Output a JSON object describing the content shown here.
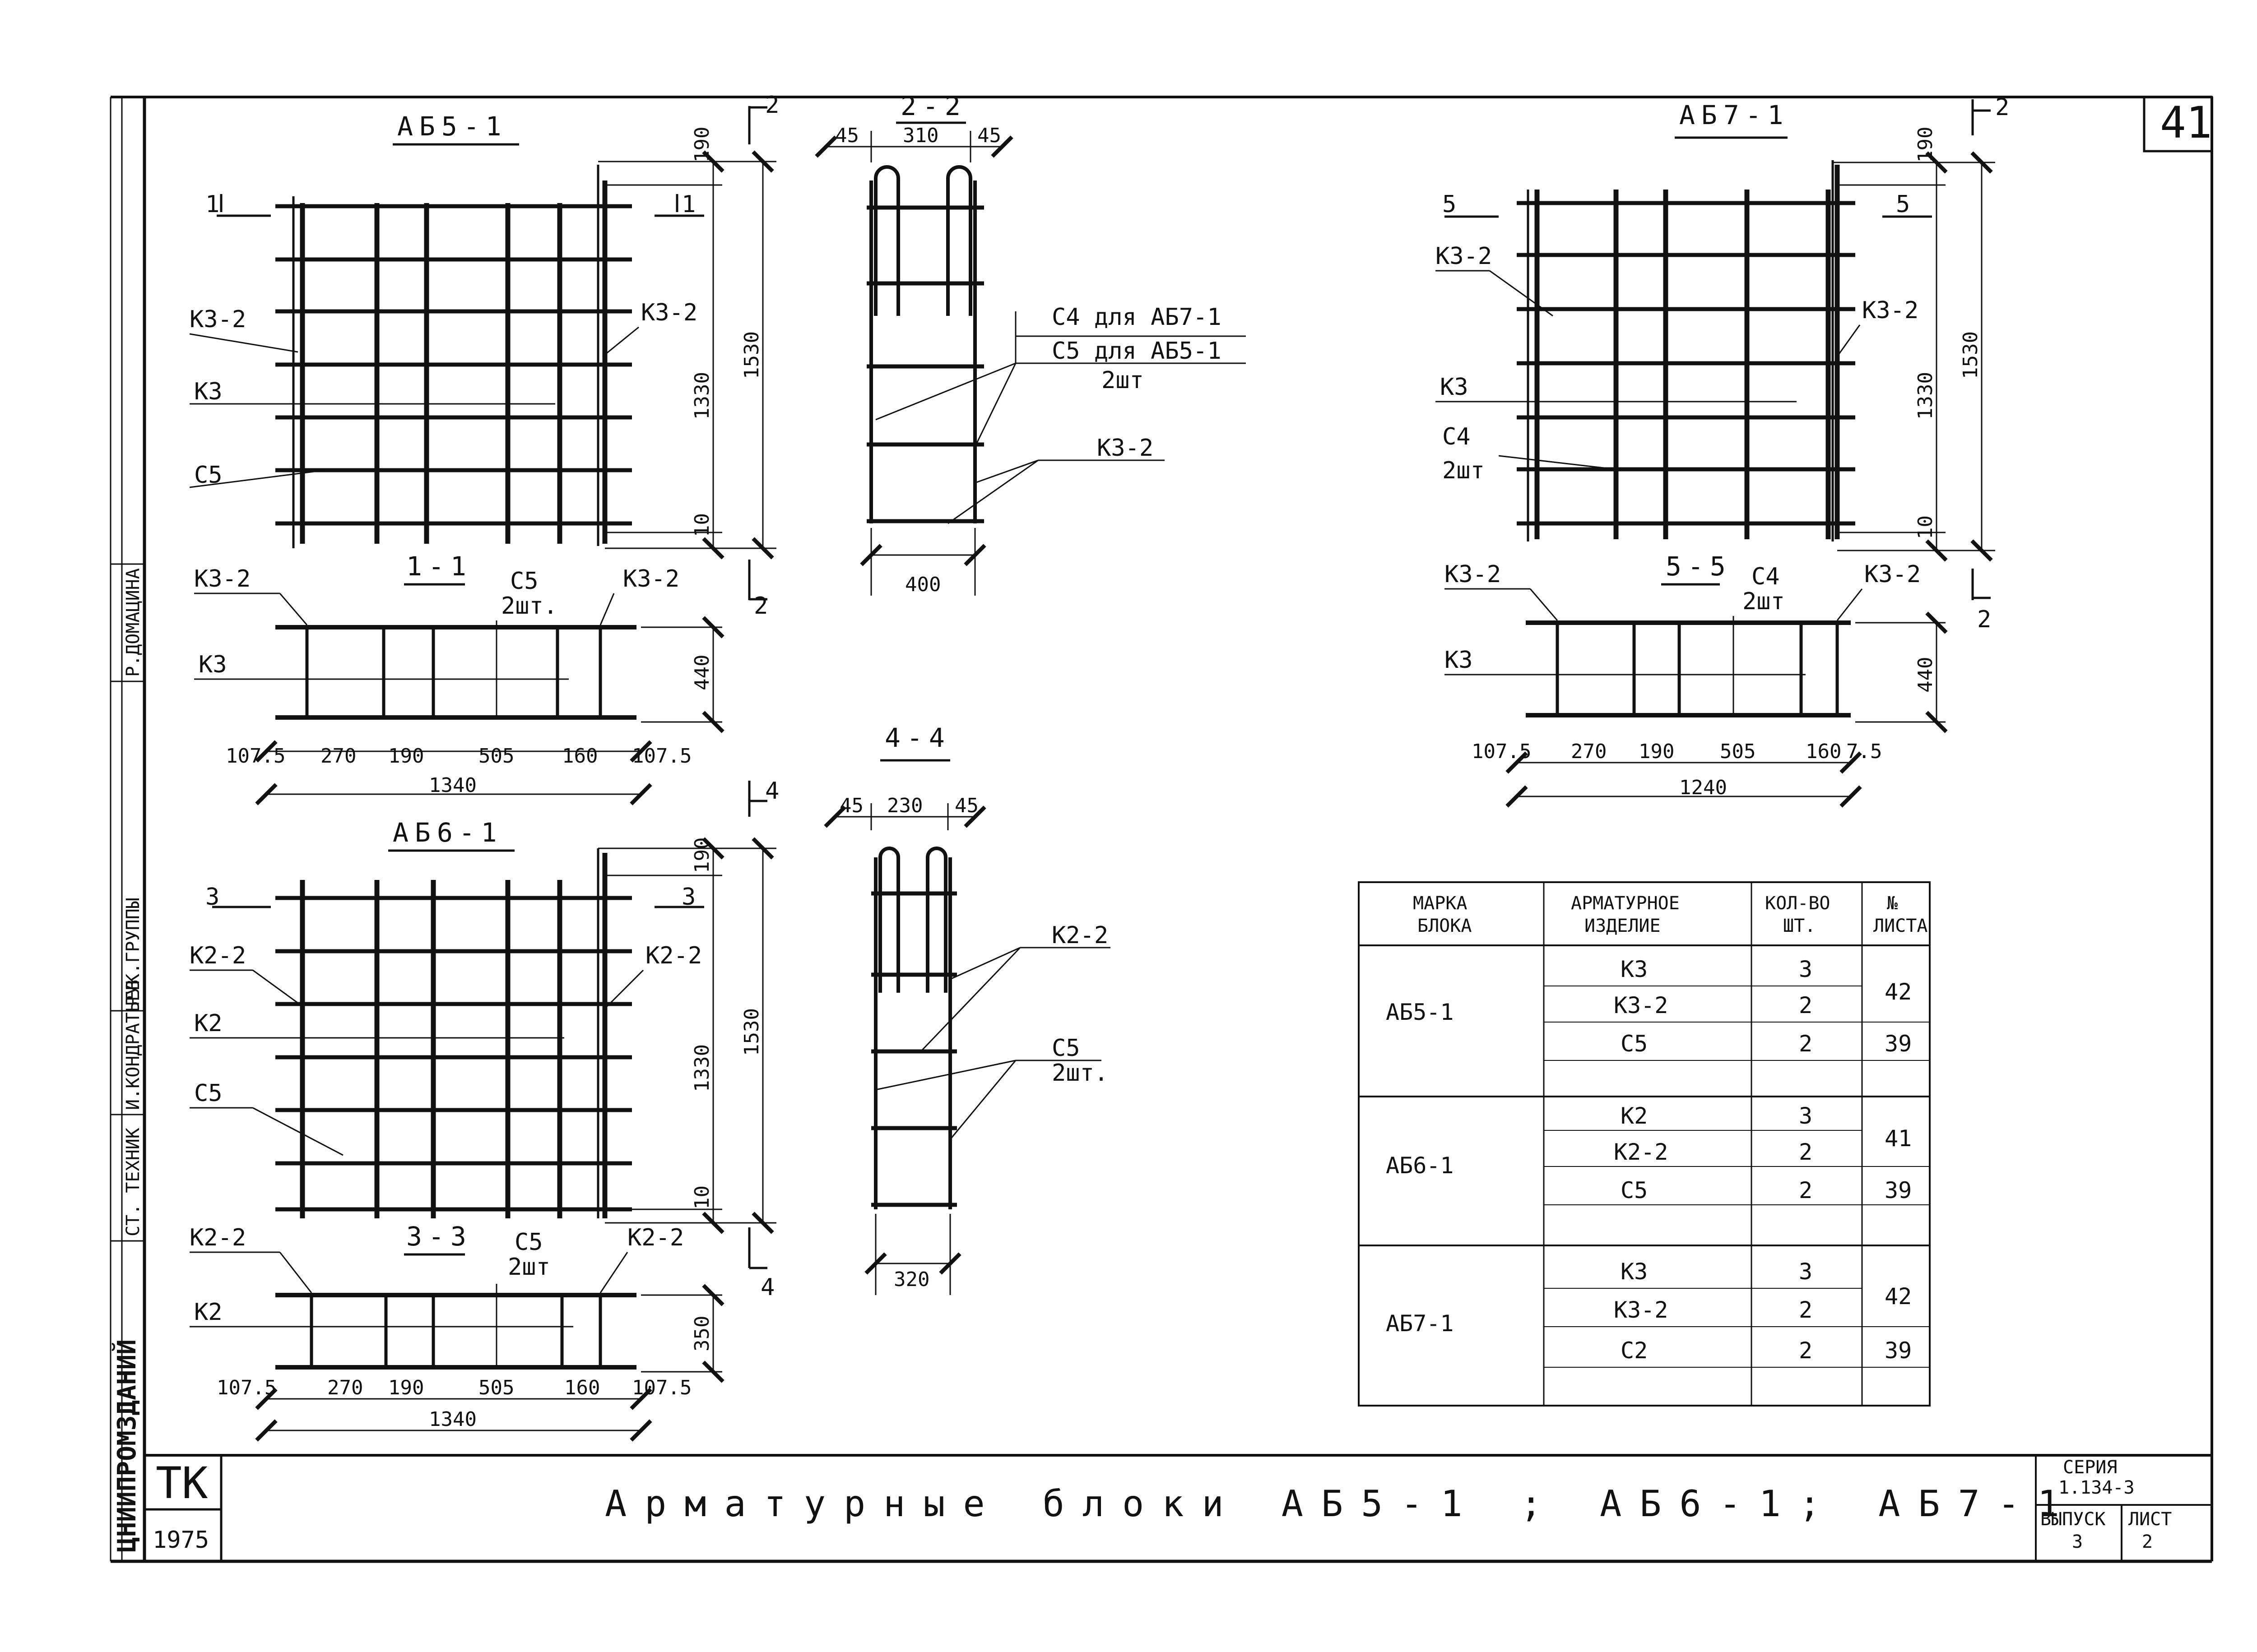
{
  "sheet": {
    "number": "41",
    "title": "Арматурные блоки АБ5-1 ; АБ6-1; АБ7-1",
    "stamp_top": "ТК",
    "stamp_bottom": "1975",
    "series_label": "СЕРИЯ",
    "series_value": "1.134-3",
    "issue_label": "ВЫПУСК",
    "issue_value": "3",
    "page_label": "ЛИСТ",
    "page_value": "2"
  },
  "side_stamp": {
    "role1": "СТ. ТЕХНИК",
    "name1": "Р.ДОМАЦИНА",
    "role2": "РУК.ГРУППЫ",
    "name2": "И.КОНДРАТЬЕВ",
    "org": "ЦНИИПРОМЗДАНИЙ"
  },
  "views": {
    "ab51": {
      "title": "АБ5-1",
      "dims": {
        "top": "190",
        "inner": "1330",
        "outer": "1530",
        "bottom": "10"
      },
      "labels": {
        "left_k32": "К3-2",
        "right_k32": "К3-2",
        "k3": "К3",
        "c5": "С5"
      },
      "cut": "1"
    },
    "sec11": {
      "title": "1-1",
      "labels": {
        "k32_left": "К3-2",
        "k32_right": "К3-2",
        "k3": "К3",
        "c5": "С5",
        "c5_qty": "2шт."
      },
      "height": "440",
      "spans": [
        "107.5",
        "270",
        "190",
        "505",
        "160",
        "107.5"
      ],
      "total": "1340"
    },
    "ab61": {
      "title": "АБ6-1",
      "dims": {
        "top": "190",
        "inner": "1330",
        "outer": "1530",
        "bottom": "10"
      },
      "labels": {
        "left_k22": "К2-2",
        "right_k22": "К2-2",
        "k2": "К2",
        "c5": "С5"
      },
      "cut": "3"
    },
    "sec33": {
      "title": "3-3",
      "labels": {
        "k22_left": "К2-2",
        "k22_right": "К2-2",
        "k2": "К2",
        "c5": "С5",
        "c5_qty": "2шт"
      },
      "height": "350",
      "spans": [
        "107.5",
        "270",
        "190",
        "505",
        "160",
        "107.5"
      ],
      "total": "1340"
    },
    "sec22": {
      "title": "2-2",
      "top_dims": [
        "45",
        "310",
        "45"
      ],
      "width": "400",
      "labels": {
        "c4": "С4 для АБ7-1",
        "c5": "С5 для АБ5-1",
        "qty": "2шт",
        "k32": "К3-2"
      },
      "cut": "2"
    },
    "sec44": {
      "title": "4-4",
      "top_dims": [
        "45",
        "230",
        "45"
      ],
      "width": "320",
      "labels": {
        "k22": "К2-2",
        "c5": "С5",
        "qty": "2шт."
      },
      "cut": "4"
    },
    "ab71": {
      "title": "АБ7-1",
      "dims": {
        "top": "190",
        "inner": "1330",
        "outer": "1530",
        "bottom": "10"
      },
      "labels": {
        "left_k32": "К3-2",
        "right_k32": "К3-2",
        "k3": "К3",
        "c4": "С4",
        "c4_qty": "2шт"
      },
      "cut": "5",
      "cut2": "2"
    },
    "sec55": {
      "title": "5-5",
      "labels": {
        "k32_left": "К3-2",
        "k32_right": "К3-2",
        "k3": "К3",
        "c4": "С4",
        "c4_qty": "2шт"
      },
      "height": "440",
      "spans": [
        "107.5",
        "270",
        "190",
        "505",
        "160",
        "7.5"
      ],
      "total": "1240"
    }
  },
  "table": {
    "headers": [
      [
        "МАРКА",
        "БЛОКА"
      ],
      [
        "АРМАТУРНОЕ",
        "ИЗДЕЛИЕ"
      ],
      [
        "КОЛ-ВО",
        "ШТ."
      ],
      [
        "№",
        "ЛИСТА"
      ]
    ],
    "groups": [
      {
        "block": "АБ5-1",
        "rows": [
          {
            "item": "К3",
            "qty": "3"
          },
          {
            "item": "К3-2",
            "qty": "2"
          },
          {
            "item": "С5",
            "qty": "2"
          }
        ],
        "sheet_a": "42",
        "sheet_b": "39"
      },
      {
        "block": "АБ6-1",
        "rows": [
          {
            "item": "К2",
            "qty": "3"
          },
          {
            "item": "К2-2",
            "qty": "2"
          },
          {
            "item": "С5",
            "qty": "2"
          }
        ],
        "sheet_a": "41",
        "sheet_b": "39"
      },
      {
        "block": "АБ7-1",
        "rows": [
          {
            "item": "К3",
            "qty": "3"
          },
          {
            "item": "К3-2",
            "qty": "2"
          },
          {
            "item": "С2",
            "qty": "2"
          }
        ],
        "sheet_a": "42",
        "sheet_b": "39"
      }
    ]
  }
}
